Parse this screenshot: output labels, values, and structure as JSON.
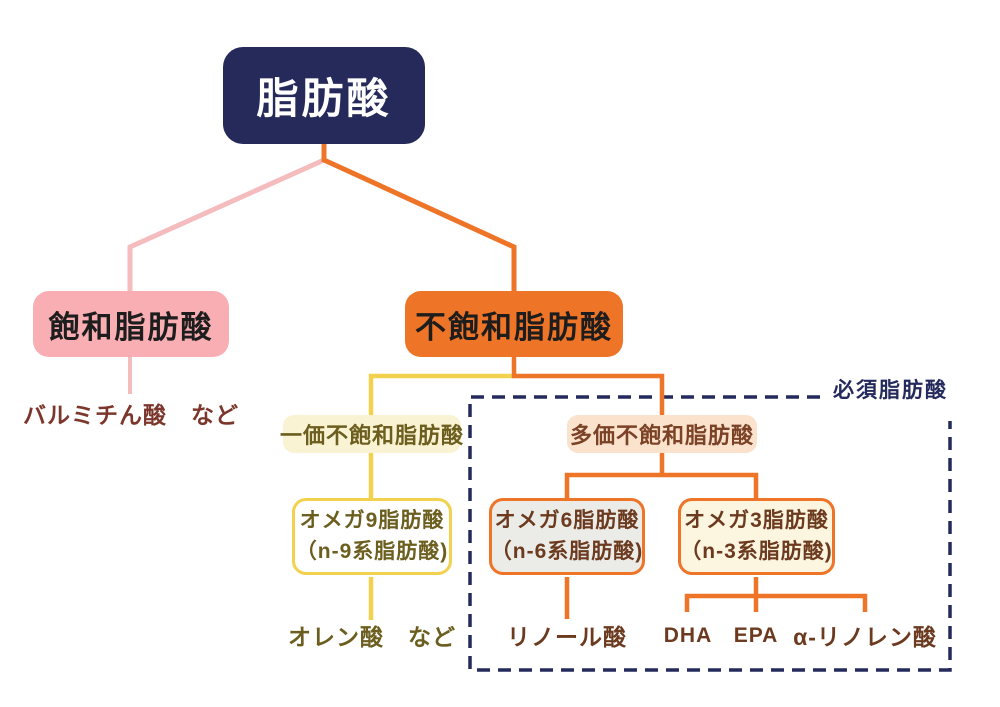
{
  "diagram": {
    "type": "tree-flowchart",
    "topic": "fatty-acid classification"
  },
  "colors": {
    "root_box_bg": "#262a5b",
    "saturated_box_bg": "#f9aeb3",
    "unsaturated_box_bg": "#ee7428",
    "pink_line": "#f5bcbe",
    "orange_line": "#ee7428",
    "yellow_line": "#f1d14d",
    "mono_label_bg": "#faf3d3",
    "poly_label_bg": "#fae2cd",
    "omega9_box_bg": "#ffffff",
    "omega6_box_bg": "#ebebe7",
    "omega3_box_bg": "#fcf5df",
    "olive_text": "#6b5e1e",
    "brown_text": "#6b3a1f",
    "maroon_text": "#7c372c",
    "navy_text": "#252a5c",
    "dark_text": "#1d1d1d"
  },
  "nodes": {
    "root": {
      "label": "脂肪酸"
    },
    "saturated": {
      "label": "飽和脂肪酸"
    },
    "saturated_example": {
      "label": "バルミチん酸　など"
    },
    "unsaturated": {
      "label": "不飽和脂肪酸"
    },
    "mono": {
      "label": "一価不飽和脂肪酸"
    },
    "poly": {
      "label": "多価不飽和脂肪酸"
    },
    "omega9": {
      "line1": "オメガ9脂肪酸",
      "line2": "（n-9系脂肪酸)"
    },
    "omega9_example": {
      "label": "オレン酸　など"
    },
    "omega6": {
      "line1": "オメガ6脂肪酸",
      "line2": "（n-6系脂肪酸)"
    },
    "omega6_example": {
      "label": "リノール酸"
    },
    "omega3": {
      "line1": "オメガ3脂肪酸",
      "line2": "（n-3系脂肪酸)"
    },
    "omega3_examples": {
      "dha": "DHA",
      "epa": "EPA",
      "ala": "α-リノレン酸"
    },
    "essential": {
      "label": "必須脂肪酸"
    }
  }
}
